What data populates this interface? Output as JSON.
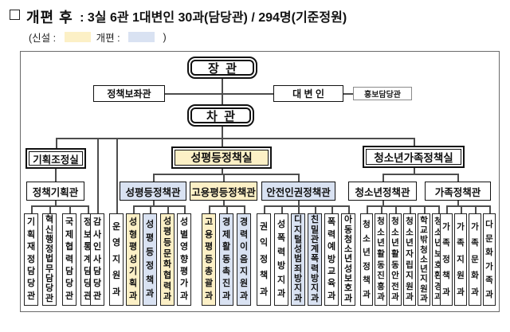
{
  "title": {
    "prefix": "개편 후",
    "suffix": " : 3실 6관 1대변인 30과(담당관) / 294명(기준정원)"
  },
  "legend": {
    "new_label": "(신설 : ",
    "reorg_label": "개편 : ",
    "paren_close": " )"
  },
  "colors": {
    "new": "#FCF0C6",
    "reorg": "#D9E2F2"
  },
  "nodes": {
    "minister": "장  관",
    "vice_minister": "차  관",
    "policy_advisor": "정책보좌관",
    "spokesperson": "대 변 인",
    "pr_officer": "홍보담당관",
    "div_planning": "기획조정실",
    "div_gender": "성평등정책실",
    "div_youth_family": "청소년가족정책실",
    "bu_policy": "정책기획관",
    "bu_gender": "성평등정책관",
    "bu_employ": "고용평등정책관",
    "bu_safety": "안전인권정책관",
    "bu_youth": "청소년정책관",
    "bu_family": "가족정책관",
    "direct_audit": "감사인사담당관",
    "direct_ops": "운영지원과"
  },
  "cols": {
    "g1": [
      "기획재정담당관",
      "혁신행정법무담당관",
      "국제협력담당관",
      "정보통계담당관"
    ],
    "g2": [
      "성형평성기획과",
      "성평등정책과",
      "성평등문화협력과",
      "성별영향평가과"
    ],
    "g3": [
      "고용평등총괄과",
      "경제활동촉진과",
      "경력이음지원과"
    ],
    "g4": [
      "권익정책과",
      "성폭력방지과",
      "디지털성범죄방지과",
      "친밀관계폭력방지과",
      "폭력예방교육과",
      "아동청소년성보호과"
    ],
    "g5": [
      "청소년정책과",
      "청소년활동진흥과",
      "청소년활동안전과",
      "청소년자립지원과",
      "학교밖청소년지원과",
      "청소년보호환경과"
    ],
    "g6": [
      "가족정책과",
      "가족지원과",
      "가족문화과",
      "다문화가족과"
    ]
  }
}
